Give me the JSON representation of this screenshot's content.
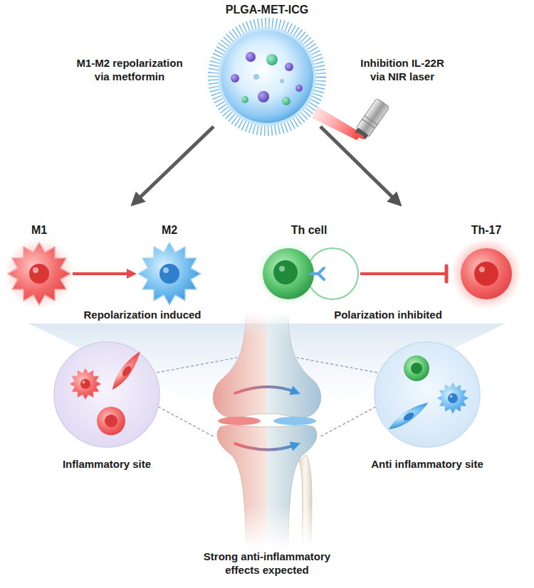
{
  "diagram": {
    "nodes": [
      {
        "text": [
          "PLGA-MET-ICG"
        ]
      },
      {
        "text": [
          "M1"
        ]
      },
      {
        "text": [
          "M2"
        ]
      },
      {
        "text": [
          "Th cell"
        ]
      },
      {
        "text": [
          "Th-17"
        ]
      },
      {
        "text": [
          "Inflammatory site"
        ]
      },
      {
        "text": [
          "Anti inflammatory site"
        ]
      }
    ],
    "edges": [
      {
        "from": 1,
        "to": 2,
        "arrow": "to"
      },
      {
        "from": 3,
        "to": 4,
        "arrow": "to"
      }
    ],
    "labels": [
      "M1-M2 repolarization via metformin",
      "Inhibition IL-22R via NIR laser",
      "Repolarization induced",
      "Polarization inhibited",
      "Strong anti-inflammatory effects expected"
    ]
  }
}
